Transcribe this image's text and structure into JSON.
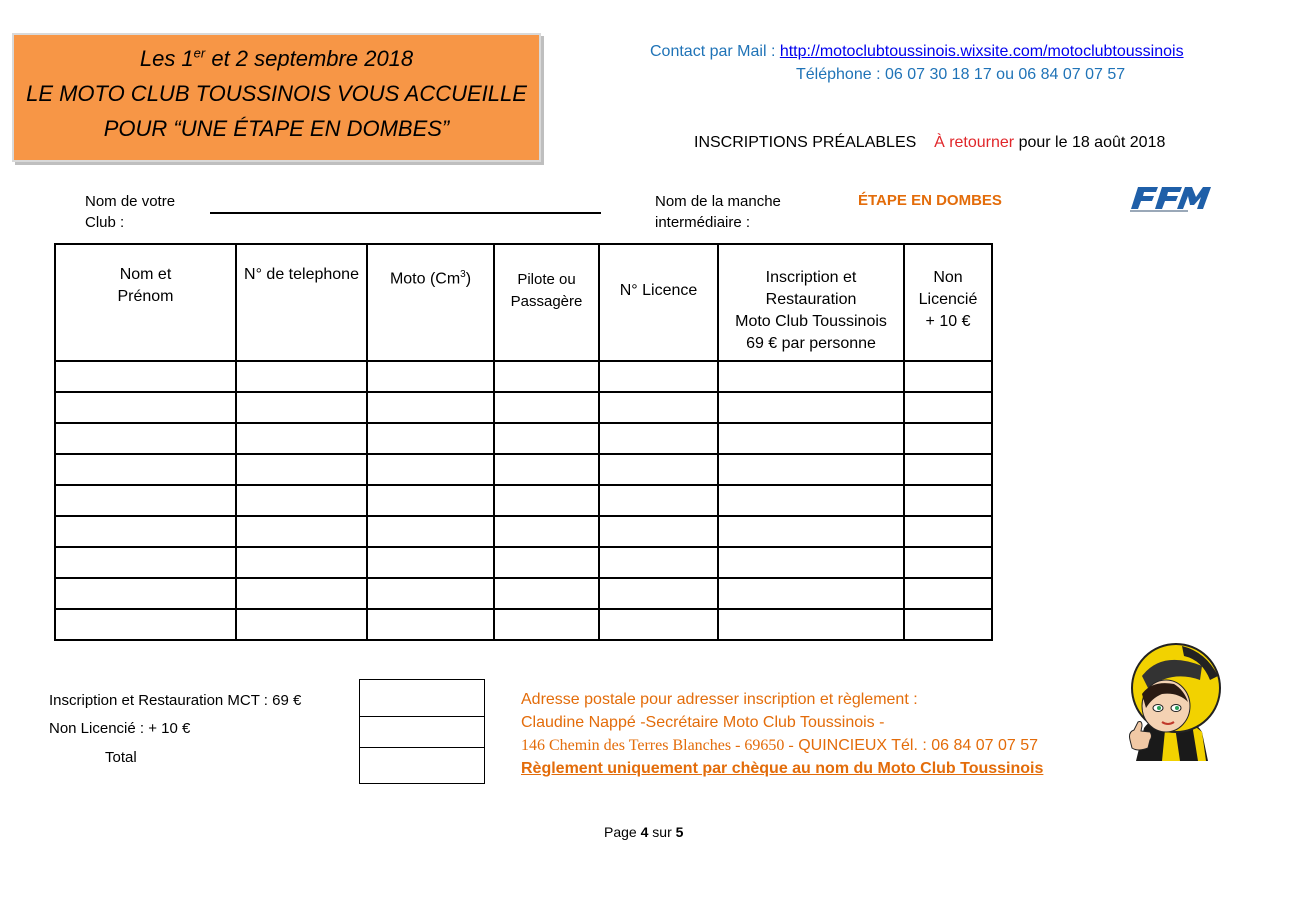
{
  "banner": {
    "line1_pre": "Les 1",
    "line1_sup": "er",
    "line1_post": " et 2 septembre 2018",
    "line2": "LE MOTO CLUB TOUSSINOIS VOUS ACCUEILLE",
    "line3": "POUR “UNE ÉTAPE EN DOMBES”"
  },
  "contact": {
    "mail_label": "Contact par Mail : ",
    "url": "http://motoclubtoussinois.wixsite.com/motoclubtoussinois",
    "phone": "Téléphone : 06 07 30 18 17 ou 06 84 07 07 57"
  },
  "inscriptions": {
    "prefix": "INSCRIPTIONS PRÉALABLES",
    "return_label": "À retourner",
    "suffix": " pour le 18 août 2018"
  },
  "form": {
    "club_label": "Nom de votre Club :",
    "manche_label": "Nom de la manche intermédiaire :",
    "manche_value": "ÉTAPE EN DOMBES"
  },
  "table": {
    "headers": {
      "nom_l1": "Nom et",
      "nom_l2": "Prénom",
      "telephone": "N° de telephone",
      "moto_pre": "Moto (Cm",
      "moto_sup": "3",
      "moto_post": ")",
      "pilote_l1": "Pilote ou",
      "pilote_l2": "Passagère",
      "licence": "N° Licence",
      "insc_l1": "Inscription et",
      "insc_l2": "Restauration",
      "insc_l3": "Moto Club Toussinois",
      "insc_l4": "69 € par personne",
      "non_l1": "Non",
      "non_l2": "Licencié",
      "non_l3": "+ 10 €"
    },
    "empty_rows": 9
  },
  "totals": {
    "line1": "Inscription et Restauration MCT : 69 €",
    "line2": "Non Licencié : + 10 €",
    "line3": "Total"
  },
  "address": {
    "line1": "Adresse postale pour adresser inscription et règlement :",
    "line2": "Claudine Nappé  -Secrétaire Moto Club Toussinois -",
    "line3_serif": "146 Chemin des Terres Blanches -  69650  -",
    "line3_rest": " QUINCIEUX Tél. : 06 84 07 07 57",
    "line4": "Règlement uniquement par chèque au nom du Moto Club Toussinois"
  },
  "page": {
    "prefix": "Page ",
    "current": "4",
    "middle": " sur ",
    "total": "5"
  },
  "colors": {
    "banner": "#f79646",
    "contact_blue": "#1f73b7",
    "link": "#0000ee",
    "accent_red": "#e0262a",
    "accent_orange": "#e36c0a"
  },
  "icons": {
    "logo": "ffm-logo",
    "mascot": "rider-girl-helmet"
  }
}
